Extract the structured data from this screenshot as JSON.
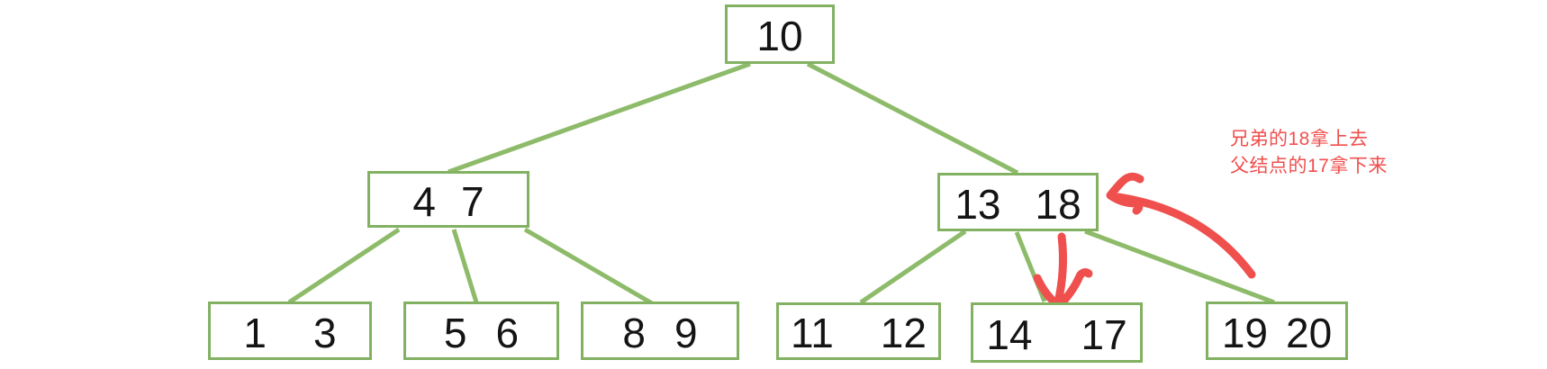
{
  "diagram": {
    "type": "b-tree (2-3 tree) with handwritten rebalancing annotation",
    "nodes": [
      {
        "id": "node-10",
        "values": [
          "10"
        ]
      },
      {
        "id": "node-4-7",
        "values": [
          "4",
          "7"
        ]
      },
      {
        "id": "node-13-18",
        "values": [
          "13",
          "18"
        ]
      },
      {
        "id": "node-1-3",
        "values": [
          "1",
          "3"
        ]
      },
      {
        "id": "node-5-6",
        "values": [
          "5",
          "6"
        ]
      },
      {
        "id": "node-8-9",
        "values": [
          "8",
          "9"
        ]
      },
      {
        "id": "node-11-12",
        "values": [
          "11",
          "12"
        ]
      },
      {
        "id": "node-14-17",
        "values": [
          "14",
          "17"
        ]
      },
      {
        "id": "node-19-20",
        "values": [
          "19",
          "20"
        ]
      }
    ],
    "edges": [
      [
        "10",
        "4 7"
      ],
      [
        "10",
        "13 18"
      ],
      [
        "4 7",
        "1 3"
      ],
      [
        "4 7",
        "5 6"
      ],
      [
        "4 7",
        "8 9"
      ],
      [
        "13 18",
        "11 12"
      ],
      [
        "13 18",
        "14 17"
      ],
      [
        "13 18",
        "19 20"
      ]
    ],
    "annotation": {
      "line1": "兄弟的18拿上去",
      "line2": "父结点的17拿下来",
      "arrows": [
        "curved arrow pointing left at node 13-18",
        "straight arrow pointing down at node 14-17"
      ]
    }
  },
  "colors": {
    "green_line": "#8dbb6a",
    "green_border": "#83b162",
    "red": "#ef4f4d",
    "node_text": "#141414"
  }
}
